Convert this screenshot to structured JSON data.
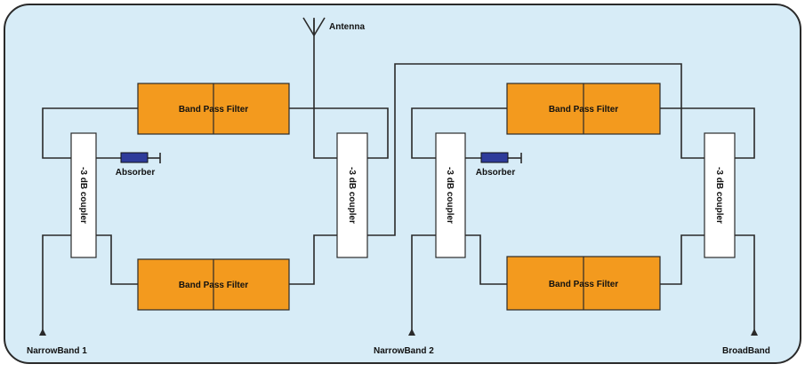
{
  "diagram": {
    "antenna_label": "Antenna",
    "bandpass_filter_label": "Band Pass Filter",
    "coupler_label": "-3 dB coupler",
    "absorber_label": "Absorber",
    "port_narrowband_1": "NarrowBand 1",
    "port_narrowband_2": "NarrowBand 2",
    "port_broadband": "BroadBand",
    "colors": {
      "background": "#d7ecf7",
      "border": "#2a2a2a",
      "filter": "#f39a1e",
      "absorber": "#2e3b9a",
      "coupler": "#ffffff",
      "wire": "#2a2a2a"
    }
  }
}
